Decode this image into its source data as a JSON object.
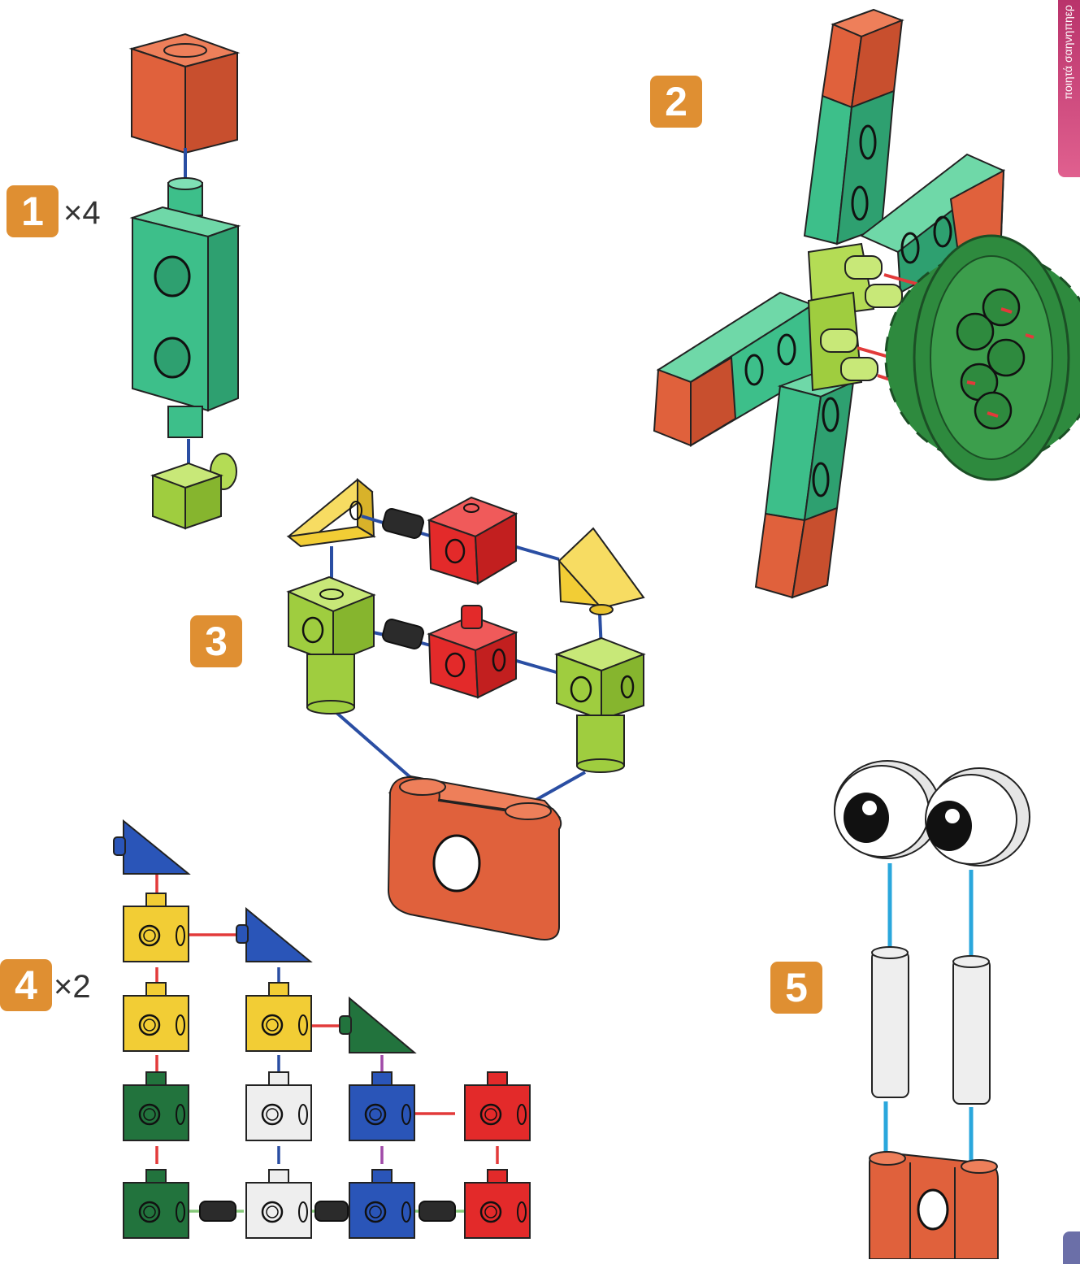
{
  "steps": [
    {
      "number": "1",
      "multiplier": "×4"
    },
    {
      "number": "2",
      "multiplier": ""
    },
    {
      "number": "3",
      "multiplier": ""
    },
    {
      "number": "4",
      "multiplier": "×2"
    },
    {
      "number": "5",
      "multiplier": ""
    }
  ],
  "side_tab": {
    "text": "ποιητά σαηνηπηερ"
  },
  "colors": {
    "badge": "#df8f32",
    "orange_brick": "#e0613c",
    "green_brick": "#3dbf8a",
    "lime_brick": "#9fcd3f",
    "yellow_brick": "#f2cd35",
    "red_brick": "#e32a2a",
    "blue_brick": "#2a55b8",
    "dark_green_brick": "#22733d",
    "white_brick": "#eeeeee",
    "gear": "#2e8a3e",
    "connector_blue": "#2a4ea3",
    "connector_red": "#e23a3a",
    "connector_cyan": "#2aa7dc",
    "connector_green": "#86c97a",
    "connector_purple": "#a04aa8"
  },
  "icons": [
    "orange-brick-icon",
    "green-rod-icon",
    "gear-icon",
    "eyes-icon",
    "connector-pin-icon"
  ]
}
